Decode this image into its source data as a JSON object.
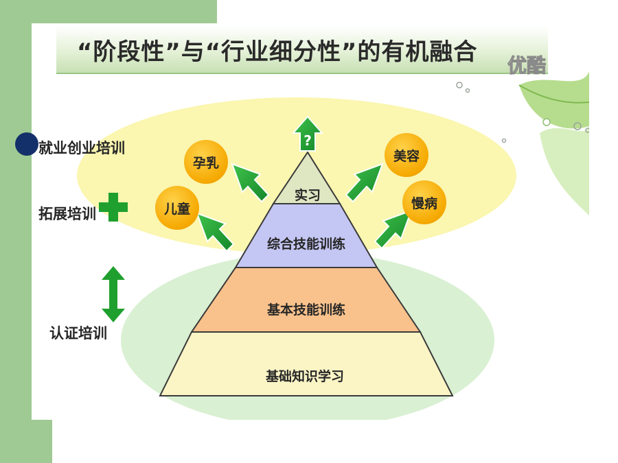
{
  "title": "“阶段性”与“行业细分性”的有机融合",
  "watermark": "优酷",
  "side_labels": {
    "top": "就业创业培训",
    "middle": "拓展培训",
    "bottom": "认证培训"
  },
  "pyramid": {
    "apex_symbol": "?",
    "levels": [
      {
        "label": "实习",
        "color": "#dfe6c2"
      },
      {
        "label": "综合技能训练",
        "color": "#c4c6f3"
      },
      {
        "label": "基本技能训练",
        "color": "#f9c28c"
      },
      {
        "label": "基础知识学习",
        "color": "#fbf5c6"
      }
    ]
  },
  "industry_bubbles": [
    "孕乳",
    "儿童",
    "美容",
    "慢病"
  ],
  "colors": {
    "slide_green": "#9fca93",
    "bullet_navy": "#14306a",
    "arrow_green": "#1fa02e",
    "bubble_orange": "#f5a800",
    "upper_ellipse": "#fbf6b0",
    "lower_ellipse": "#d9f0d2"
  }
}
